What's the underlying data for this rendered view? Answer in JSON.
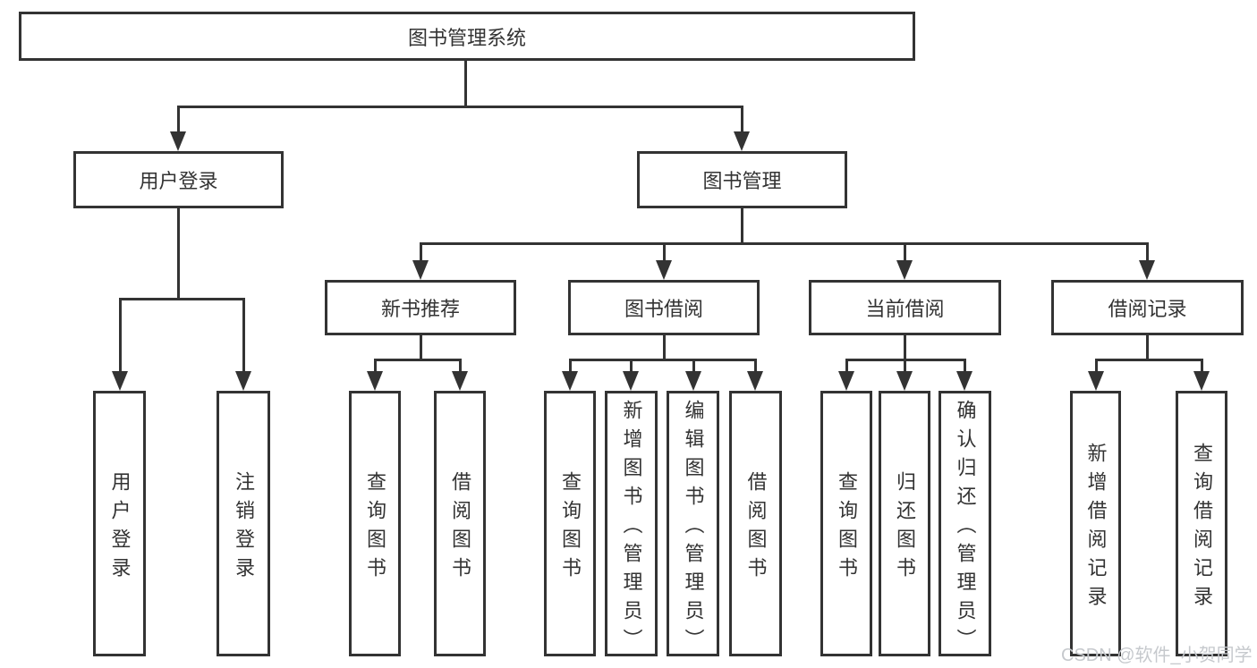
{
  "colors": {
    "line": "#333333",
    "text": "#333333",
    "background": "#ffffff",
    "watermark": "#c6c9cd"
  },
  "watermark": "CSDN @软件_小贺同学",
  "tree": {
    "label": "图书管理系统",
    "children": [
      {
        "label": "用户登录",
        "children": [
          {
            "label": "用户登录"
          },
          {
            "label": "注销登录"
          }
        ]
      },
      {
        "label": "图书管理",
        "children": [
          {
            "label": "新书推荐",
            "children": [
              {
                "label": "查询图书"
              },
              {
                "label": "借阅图书"
              }
            ]
          },
          {
            "label": "图书借阅",
            "children": [
              {
                "label": "查询图书"
              },
              {
                "label": "新增图书（管理员）"
              },
              {
                "label": "编辑图书（管理员）"
              },
              {
                "label": "借阅图书"
              }
            ]
          },
          {
            "label": "当前借阅",
            "children": [
              {
                "label": "查询图书"
              },
              {
                "label": "归还图书"
              },
              {
                "label": "确认归还（管理员）"
              }
            ]
          },
          {
            "label": "借阅记录",
            "children": [
              {
                "label": "新增借阅记录"
              },
              {
                "label": "查询借阅记录"
              }
            ]
          }
        ]
      }
    ]
  }
}
